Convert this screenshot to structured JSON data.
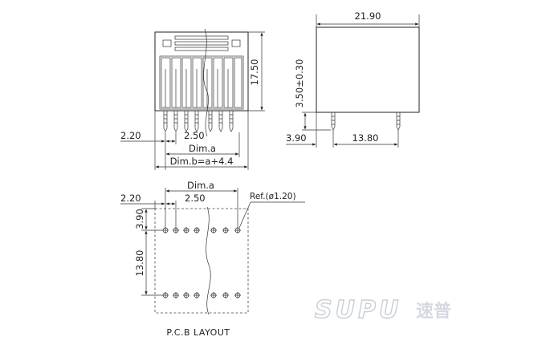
{
  "front_view": {
    "dim_height": "17.50",
    "dim_offset": "2.20",
    "dim_pitch": "2.50",
    "dim_a": "Dim.a",
    "dim_b": "Dim.b=a+4.4"
  },
  "side_view": {
    "dim_width": "21.90",
    "dim_pin_length": "3.50±0.30",
    "dim_left": "3.90",
    "dim_span": "13.80"
  },
  "pcb_layout": {
    "dim_a": "Dim.a",
    "dim_offset": "2.20",
    "dim_pitch": "2.50",
    "dim_ref": "Ref.(ø1.20)",
    "dim_row_offset": "3.90",
    "dim_row_span": "13.80",
    "title": "P.C.B LAYOUT"
  },
  "watermark": {
    "brand": "SUPU",
    "brand_cn": "速普"
  }
}
